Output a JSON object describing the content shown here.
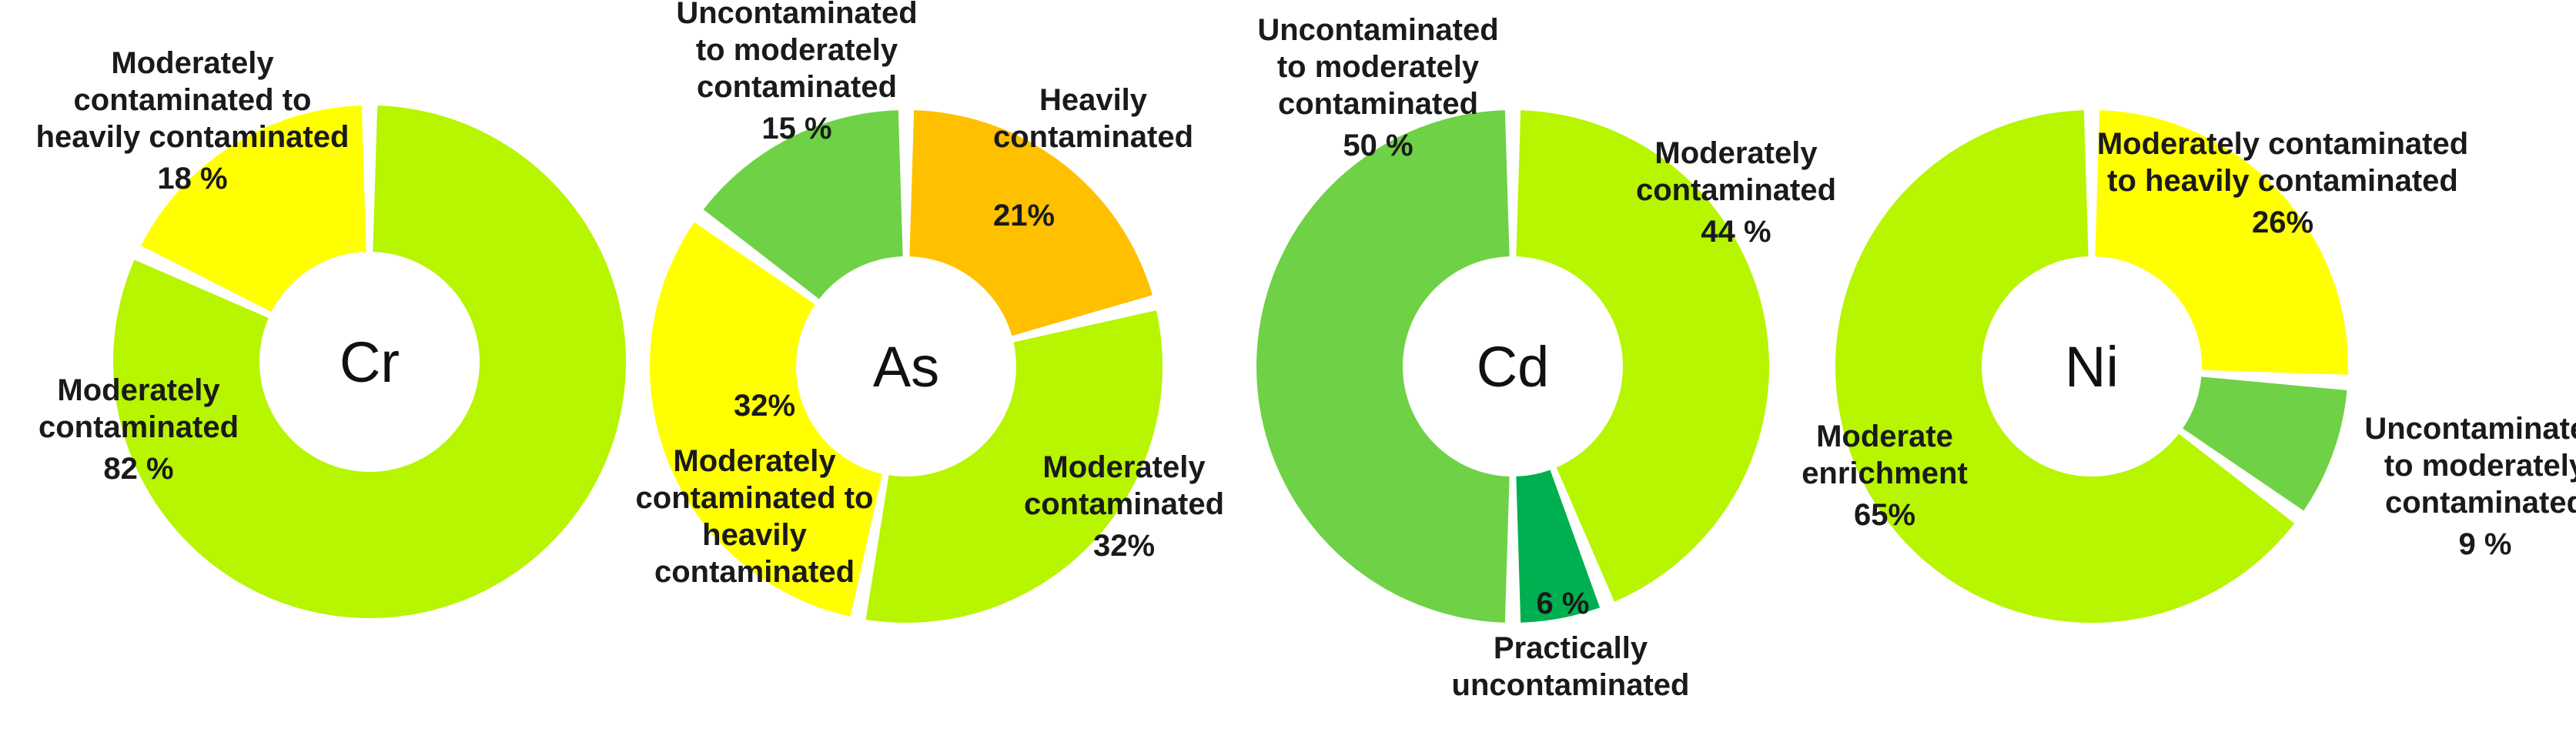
{
  "chart_data": [
    {
      "type": "pie",
      "center_label": "Cr",
      "slices": [
        {
          "label_lines": [
            "Moderately",
            "contaminated"
          ],
          "value_text": "82 %",
          "value": 82,
          "color": "#b7f500"
        },
        {
          "label_lines": [
            "Moderately",
            "contaminated to",
            "heavily contaminated"
          ],
          "value_text": "18 %",
          "value": 18,
          "color": "#ffff00"
        }
      ]
    },
    {
      "type": "pie",
      "center_label": "As",
      "slices": [
        {
          "label_lines": [
            "Heavily",
            "contaminated"
          ],
          "value_text": "21%",
          "value": 21,
          "color": "#ffc000"
        },
        {
          "label_lines": [
            "Moderately",
            "contaminated"
          ],
          "value_text": "32%",
          "value": 32,
          "color": "#b7f500"
        },
        {
          "label_lines": [
            "Moderately",
            "contaminated to",
            "heavily",
            "contaminated"
          ],
          "value_text": "32%",
          "value": 32,
          "color": "#ffff00"
        },
        {
          "label_lines": [
            "Uncontaminated",
            "to moderately",
            "contaminated"
          ],
          "value_text": "15 %",
          "value": 15,
          "color": "#6fd145"
        }
      ]
    },
    {
      "type": "pie",
      "center_label": "Cd",
      "slices": [
        {
          "label_lines": [
            "Moderately",
            "contaminated"
          ],
          "value_text": "44 %",
          "value": 44,
          "color": "#b7f500"
        },
        {
          "label_lines": [
            "Practically",
            "uncontaminated"
          ],
          "value_text": "6 %",
          "value": 6,
          "color": "#00b050"
        },
        {
          "label_lines": [
            "Uncontaminated",
            "to moderately",
            "contaminated"
          ],
          "value_text": "50 %",
          "value": 50,
          "color": "#6fd145"
        }
      ]
    },
    {
      "type": "pie",
      "center_label": "Ni",
      "slices": [
        {
          "label_lines": [
            "Moderately contaminated",
            "to heavily contaminated"
          ],
          "value_text": "26%",
          "value": 26,
          "color": "#ffff00"
        },
        {
          "label_lines": [
            "Uncontaminated",
            "to moderately",
            "contaminated"
          ],
          "value_text": "9 %",
          "value": 9,
          "color": "#6fd145"
        },
        {
          "label_lines": [
            "Moderate",
            "enrichment"
          ],
          "value_text": "65%",
          "value": 65,
          "color": "#b7f500"
        }
      ]
    }
  ]
}
